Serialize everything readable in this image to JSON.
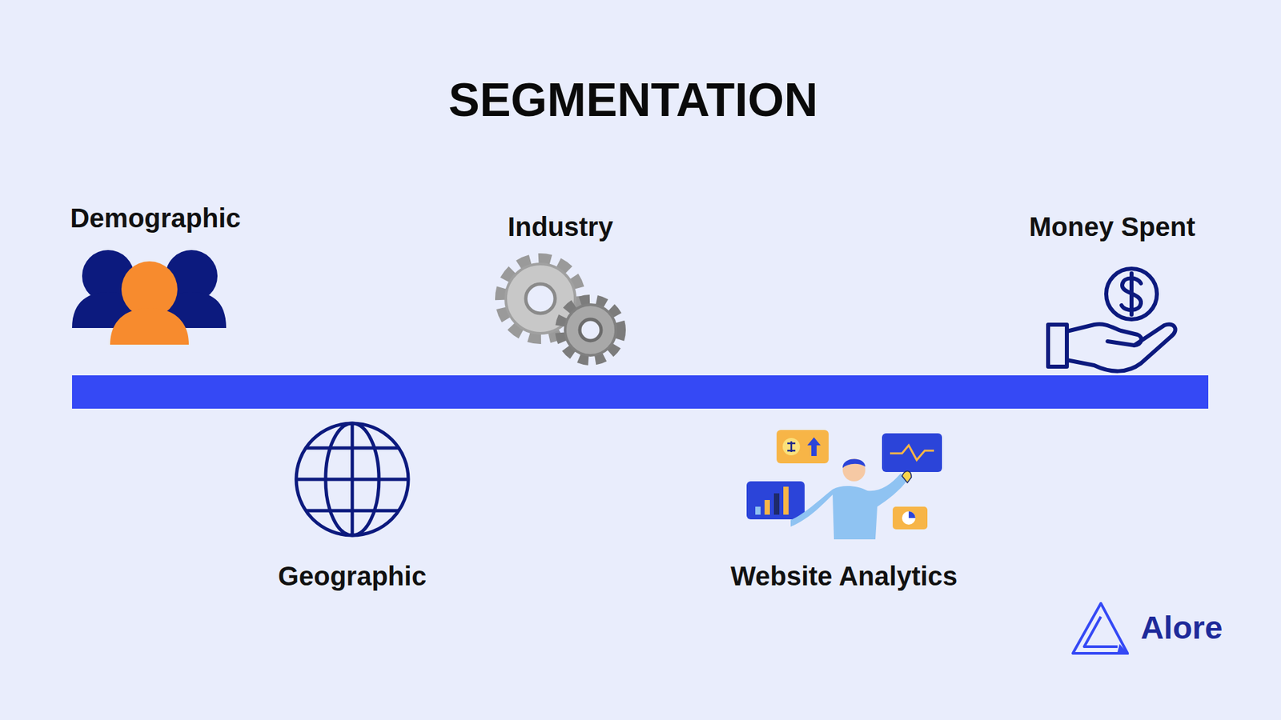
{
  "diagram": {
    "title": "SEGMENTATION",
    "labels": [
      "Demographic",
      "Industry",
      "Money Spent",
      "Geographic",
      "Website Analytics",
      "Alore"
    ]
  }
}
